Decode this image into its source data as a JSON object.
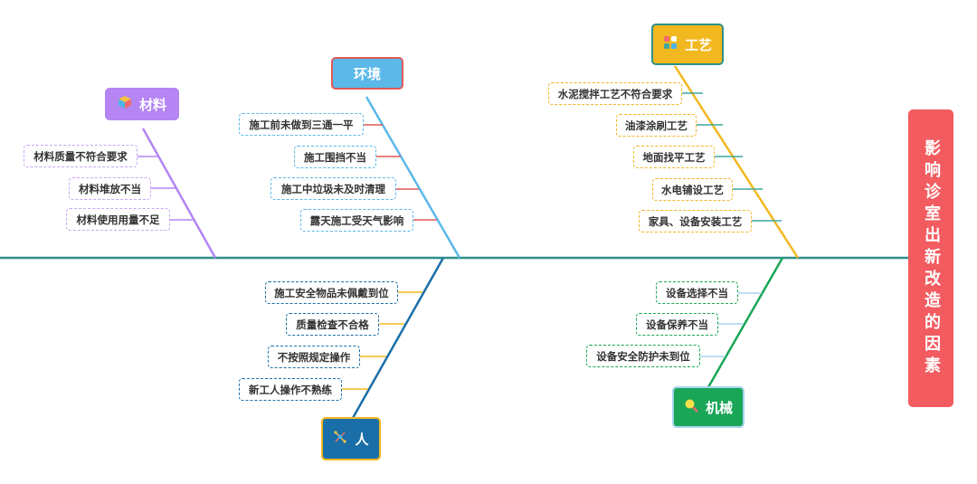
{
  "title": "影响诊室出新改造的因素",
  "categories": {
    "materials": {
      "label": "材料",
      "color": "#b485f3",
      "icon": "cube-icon",
      "causes": [
        "材料质量不符合要求",
        "材料堆放不当",
        "材料使用用量不足"
      ]
    },
    "environment": {
      "label": "环境",
      "color": "#5bb8e9",
      "icon": "none",
      "causes": [
        "施工前未做到三通一平",
        "施工围挡不当",
        "施工中垃圾未及时清理",
        "露天施工受天气影响"
      ]
    },
    "process": {
      "label": "工艺",
      "color": "#f2b81f",
      "icon": "grid-icon",
      "causes": [
        "水泥搅拌工艺不符合要求",
        "油漆涂刷工艺",
        "地面找平工艺",
        "水电铺设工艺",
        "家具、设备安装工艺"
      ]
    },
    "people": {
      "label": "人",
      "color": "#1b6fa8",
      "icon": "network-icon",
      "causes": [
        "施工安全物品未佩戴到位",
        "质量检查不合格",
        "不按照规定操作",
        "新工人操作不熟练"
      ]
    },
    "machine": {
      "label": "机械",
      "color": "#19a657",
      "icon": "magnifier-icon",
      "causes": [
        "设备选择不当",
        "设备保养不当",
        "设备安全防护未到位"
      ]
    }
  }
}
